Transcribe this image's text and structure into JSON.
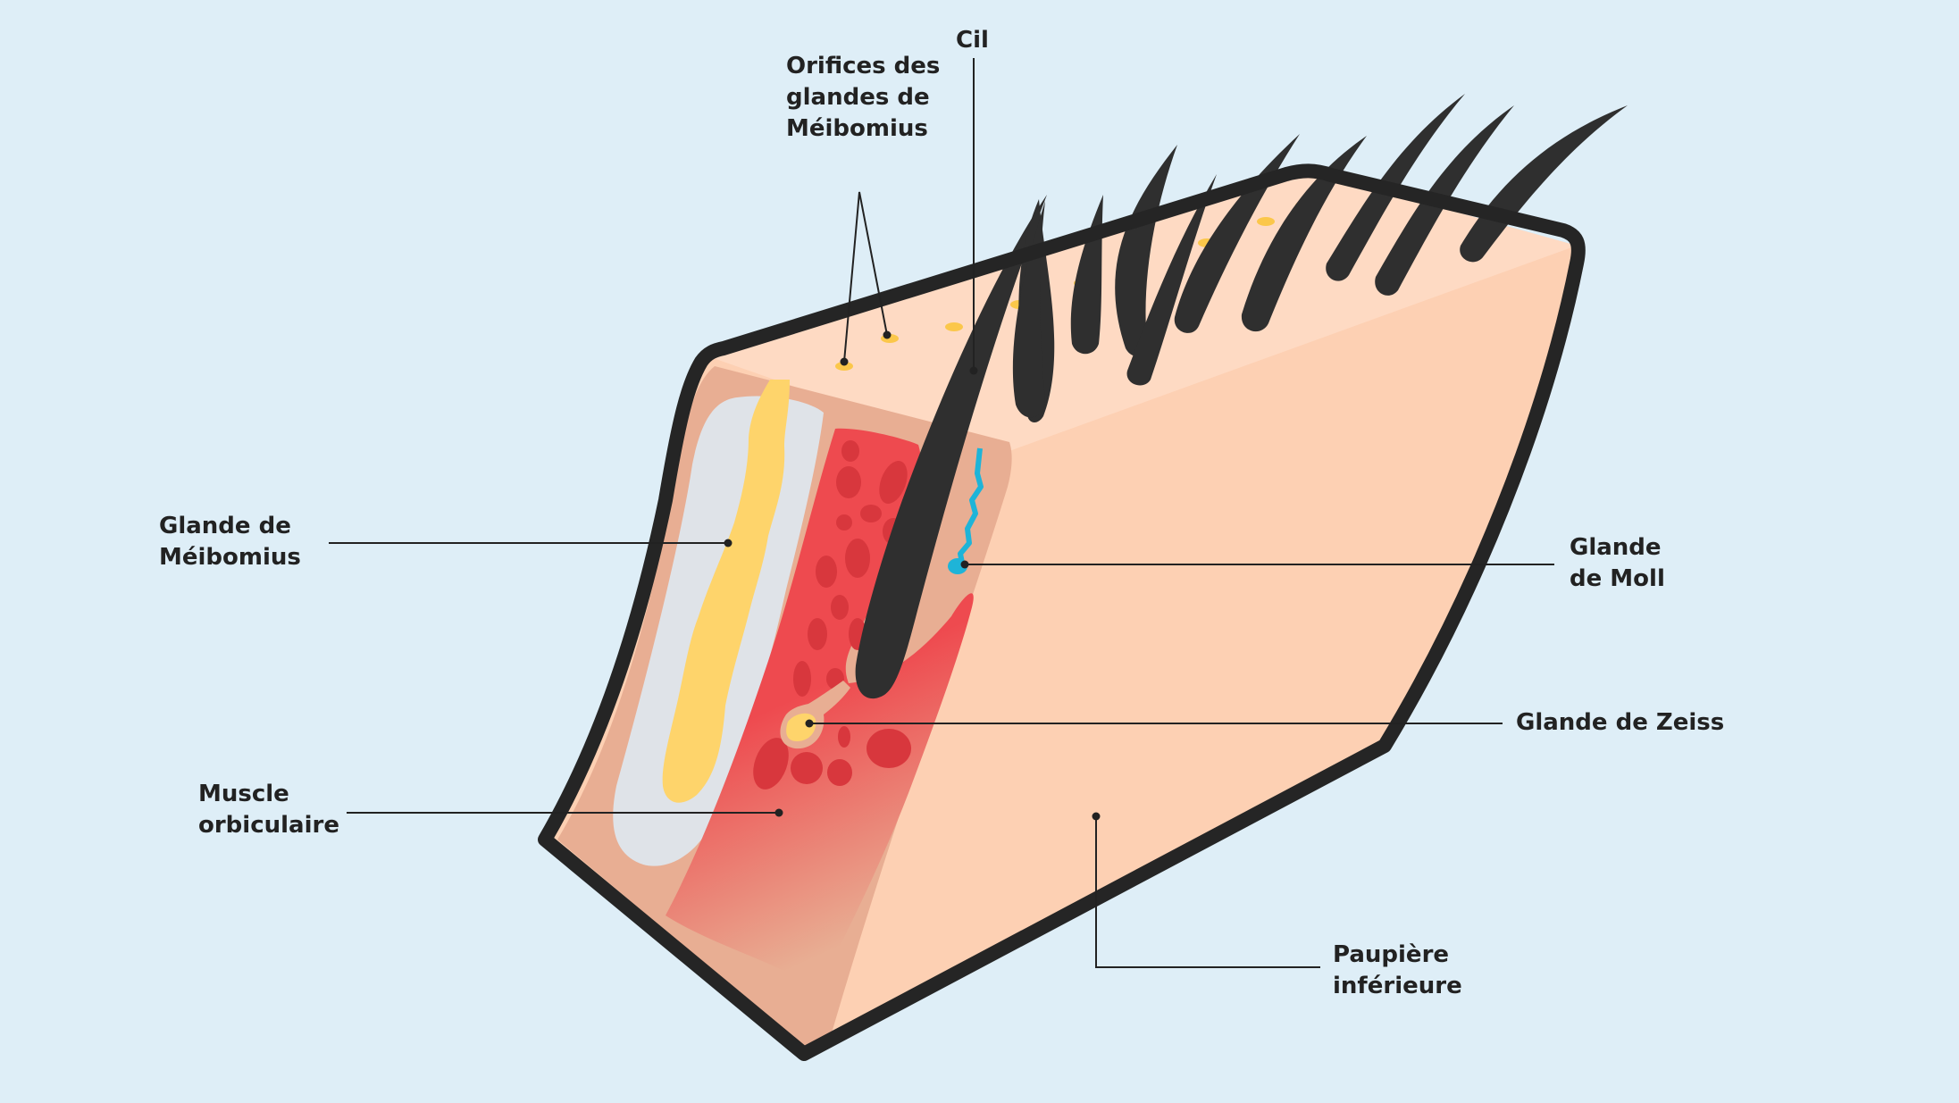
{
  "colors": {
    "background": "#deeef7",
    "skin_top": "#fedac3",
    "skin_side": "#fdd0b3",
    "section_tissue": "#e8ae93",
    "tarsal_plate": "#dfe3e8",
    "meibomian_gland": "#fed46b",
    "muscle": "#ee4a4f",
    "muscle_spots": "#d8373d",
    "outline": "#252525",
    "eyelash": "#2f2f2f",
    "moll_gland": "#1eb4d8",
    "leader_line": "#222222"
  },
  "labels": {
    "orifices": "Orifices des\nglandes de\nMéibomius",
    "cil": "Cil",
    "meibomius": "Glande de\nMéibomius",
    "moll": "Glande\nde Moll",
    "zeiss": "Glande de Zeiss",
    "muscle": "Muscle\norbiculaire",
    "paupiere": "Paupière\ninférieure"
  }
}
